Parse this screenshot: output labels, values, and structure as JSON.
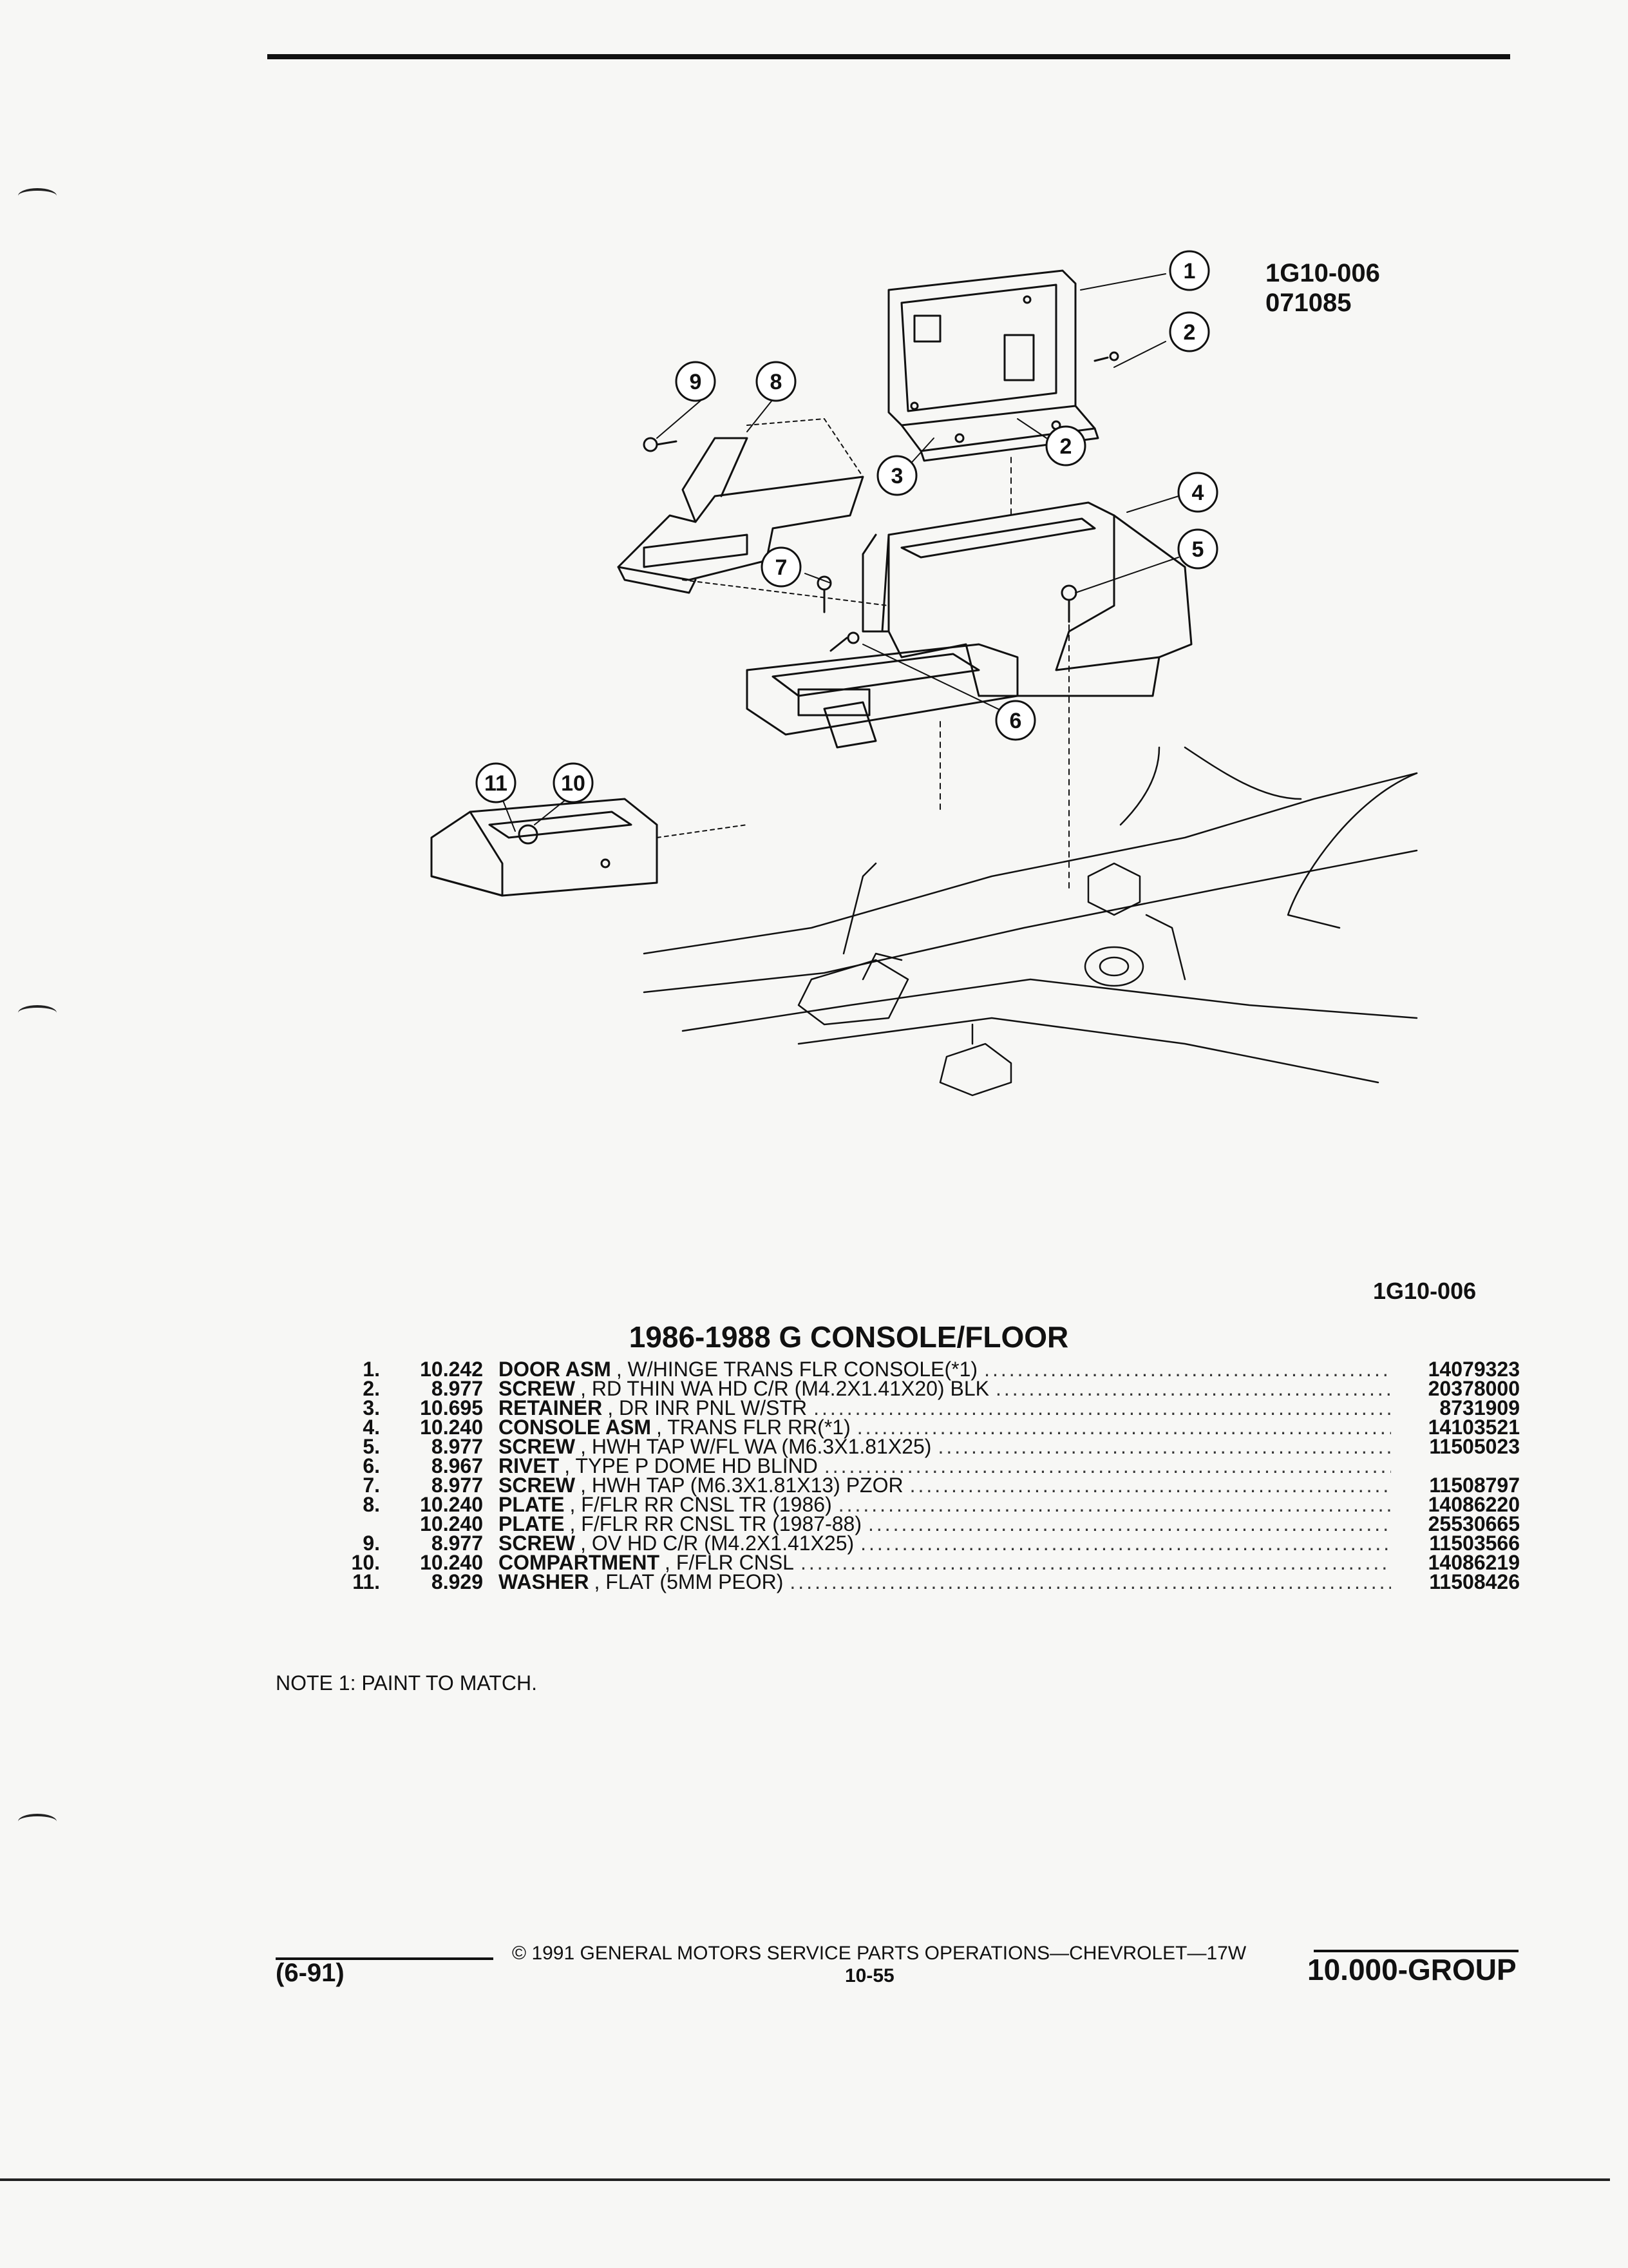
{
  "header": {
    "figure_code": "1G10-006",
    "figure_date": "071085",
    "figure_code_repeat": "1G10-006"
  },
  "diagram": {
    "callouts": [
      "1",
      "2",
      "2",
      "3",
      "4",
      "5",
      "6",
      "7",
      "8",
      "9",
      "10",
      "11"
    ]
  },
  "parts_list": {
    "title": "1986-1988 G CONSOLE/FLOOR",
    "rows": [
      {
        "idx": "1.",
        "group": "10.242",
        "name": "DOOR ASM",
        "desc": ", W/HINGE TRANS FLR CONSOLE(*1)",
        "part": "14079323"
      },
      {
        "idx": "2.",
        "group": "8.977",
        "name": "SCREW",
        "desc": ", RD THIN WA HD C/R (M4.2X1.41X20) BLK",
        "part": "20378000"
      },
      {
        "idx": "3.",
        "group": "10.695",
        "name": "RETAINER",
        "desc": ", DR INR PNL W/STR",
        "part": "8731909"
      },
      {
        "idx": "4.",
        "group": "10.240",
        "name": "CONSOLE ASM",
        "desc": ", TRANS FLR RR(*1)",
        "part": "14103521"
      },
      {
        "idx": "5.",
        "group": "8.977",
        "name": "SCREW",
        "desc": ", HWH TAP W/FL WA (M6.3X1.81X25)",
        "part": "11505023"
      },
      {
        "idx": "6.",
        "group": "8.967",
        "name": "RIVET",
        "desc": ", TYPE P DOME HD BLIND",
        "part": ""
      },
      {
        "idx": "7.",
        "group": "8.977",
        "name": "SCREW",
        "desc": ", HWH TAP (M6.3X1.81X13) PZOR",
        "part": "11508797"
      },
      {
        "idx": "8.",
        "group": "10.240",
        "name": "PLATE",
        "desc": ", F/FLR RR CNSL TR (1986)",
        "part": "14086220"
      },
      {
        "idx": "",
        "group": "10.240",
        "name": "PLATE",
        "desc": ", F/FLR RR CNSL TR (1987-88)",
        "part": "25530665"
      },
      {
        "idx": "9.",
        "group": "8.977",
        "name": "SCREW",
        "desc": ", OV HD C/R (M4.2X1.41X25)",
        "part": "11503566"
      },
      {
        "idx": "10.",
        "group": "10.240",
        "name": "COMPARTMENT",
        "desc": ", F/FLR CNSL",
        "part": "14086219"
      },
      {
        "idx": "11.",
        "group": "8.929",
        "name": "WASHER",
        "desc": ", FLAT (5MM PEOR)",
        "part": "11508426"
      }
    ],
    "dots": "................................................................................................................"
  },
  "note": "NOTE  1:  PAINT TO MATCH.",
  "footer": {
    "copyright": "© 1991 GENERAL MOTORS SERVICE PARTS OPERATIONS—CHEVROLET—17W",
    "revision": "(6-91)",
    "page": "10-55",
    "group": "10.000-GROUP"
  }
}
